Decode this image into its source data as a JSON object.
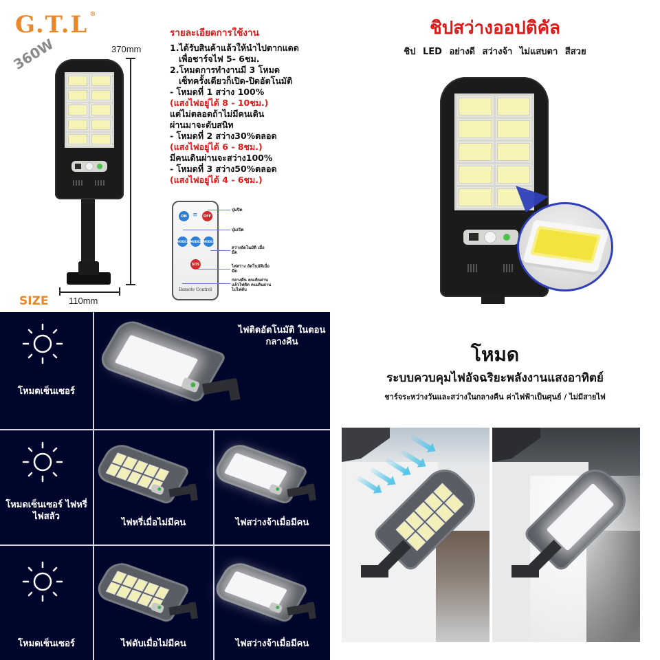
{
  "brand": {
    "name": "G.T.L",
    "registered_mark": "®"
  },
  "product_specs": {
    "wattage": "360W",
    "height_label": "370mm",
    "width_label": "110mm",
    "size_label": "SIZE"
  },
  "instructions": {
    "title": "รายละเอียดการใช้งาน",
    "lines": [
      {
        "text": "1.ได้รับสินค้าแล้วให้นำไปตากแดด",
        "style": "normal"
      },
      {
        "text": "เพื่อชาร์จไฟ 5- 6ชม.",
        "style": "indent"
      },
      {
        "text": "2.โหมดการทำงานมี 3 โหมด",
        "style": "normal"
      },
      {
        "text": "เซ็ทครั้งเดียวก็เปิด-ปิดอัตโนมัติ",
        "style": "indent"
      },
      {
        "text": "- โหมดที่ 1 สว่าง 100%",
        "style": "normal"
      },
      {
        "text": "(แสงไฟอยู่ได้ 8 - 10ชม.)",
        "style": "red"
      },
      {
        "text": "แต่ไม่ตลอดถ้าไม่มีคนเดิน",
        "style": "normal"
      },
      {
        "text": "ผ่านมาจะดับสนิท",
        "style": "normal"
      },
      {
        "text": "- โหมดที่ 2 สว่าง30%ตลอด",
        "style": "normal"
      },
      {
        "text": "(แสงไฟอยู่ได้ 6 - 8ชม.)",
        "style": "red"
      },
      {
        "text": "มีคนเดินผ่านจะสว่าง100%",
        "style": "normal"
      },
      {
        "text": "- โหมดที่ 3 สว่าง50%ตลอด",
        "style": "normal"
      },
      {
        "text": "(แสงไฟอยู่ได้ 4 - 6ชม.)",
        "style": "red"
      }
    ]
  },
  "remote": {
    "label": "Remote Control",
    "buttons": {
      "on": "ON",
      "off": "OFF",
      "mode1": "MODE1",
      "mode2": "MODE2",
      "mode3": "MODE3",
      "sos": "SOS"
    },
    "notes": {
      "off": "ปุ่มปิด",
      "on": "ปุ่มเปิด",
      "mode3": "สว่างอัตโนมัติ เมื่อมืด",
      "sos": "ไฟสว่าง อัตโนมัติเมื่อมืด",
      "mode1": "กลางคืน คนเดินผ่านแล้วไฟติด คนเดินผ่านไปไฟดับ"
    },
    "colors": {
      "blue": "#2d7fd6",
      "red": "#d52a2a"
    }
  },
  "chip_section": {
    "title": "ชิปสว่างออปติคัล",
    "subtitle": "ชิป LED อย่างดี   สว่างจ้า   ไม่แสบตา   สีสวย"
  },
  "sensor_modes": {
    "rows": [
      {
        "label": "โหมดเซ็นเซอร์",
        "cells": [
          {
            "caption": "ไฟติดอัตโนมัติ ในตอนกลางคืน",
            "state": "bright"
          }
        ]
      },
      {
        "label": "โหมดเซ็นเซอร์ ไฟหรี่ ไฟสลัว",
        "cells": [
          {
            "caption": "ไฟหรี่เมื่อไม่มีคน",
            "state": "dim"
          },
          {
            "caption": "ไฟสว่างจ้าเมื่อมีคน",
            "state": "bright"
          }
        ]
      },
      {
        "label": "โหมดเซ็นเซอร์",
        "cells": [
          {
            "caption": "ไฟดับเมื่อไม่มีคน",
            "state": "off"
          },
          {
            "caption": "ไฟสว่างจ้าเมื่อมีคน",
            "state": "bright"
          }
        ]
      }
    ],
    "colors": {
      "background": "#00062b",
      "divider": "#d6d6e2"
    }
  },
  "mode_section": {
    "title": "โหมด",
    "subtitle": "ระบบควบคุมไฟอัจฉริยะพลังงานแสงอาทิตย์",
    "description": "ชาร์จระหว่างวันและสว่างในกลางคืน ค่าไฟฟ้าเป็นศุนย์ / ไม่มีสายไฟ"
  },
  "colors": {
    "brand_orange": "#e8882a",
    "accent_red": "#e01818",
    "zoom_ring_blue": "#2f3fb8"
  }
}
